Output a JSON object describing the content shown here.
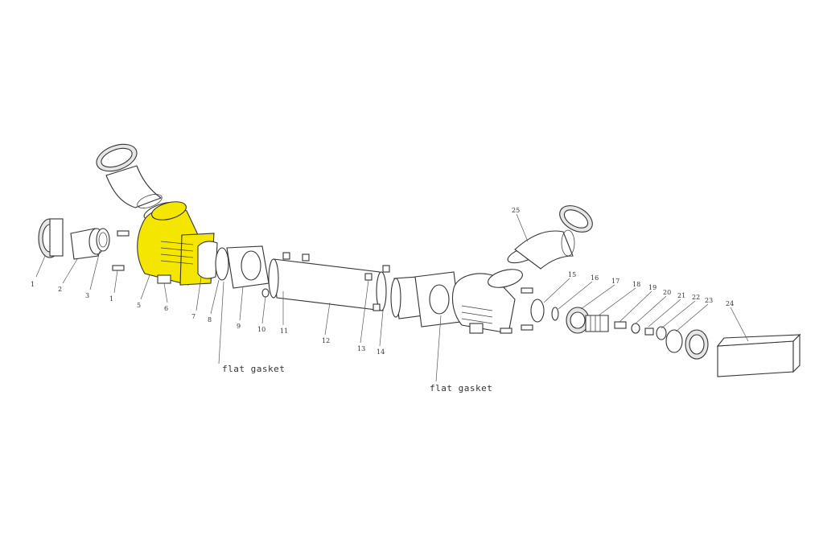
{
  "colors": {
    "highlight": "#f5e600",
    "line": "#333333",
    "background": "#ffffff"
  },
  "callouts": [
    {
      "id": "c1a",
      "text": "1"
    },
    {
      "id": "c2",
      "text": "2"
    },
    {
      "id": "c3",
      "text": "3"
    },
    {
      "id": "c1b",
      "text": "1"
    },
    {
      "id": "c5",
      "text": "5"
    },
    {
      "id": "c6",
      "text": "6"
    },
    {
      "id": "c7",
      "text": "7"
    },
    {
      "id": "c8",
      "text": "8"
    },
    {
      "id": "c9",
      "text": "9"
    },
    {
      "id": "c10",
      "text": "10"
    },
    {
      "id": "c11",
      "text": "11"
    },
    {
      "id": "c12",
      "text": "12"
    },
    {
      "id": "c13",
      "text": "13"
    },
    {
      "id": "c14",
      "text": "14"
    },
    {
      "id": "c15",
      "text": "15"
    },
    {
      "id": "c16",
      "text": "16"
    },
    {
      "id": "c17",
      "text": "17"
    },
    {
      "id": "c18",
      "text": "18"
    },
    {
      "id": "c19",
      "text": "19"
    },
    {
      "id": "c20",
      "text": "20"
    },
    {
      "id": "c21",
      "text": "21"
    },
    {
      "id": "c22",
      "text": "22"
    },
    {
      "id": "c23",
      "text": "23"
    },
    {
      "id": "c24",
      "text": "24"
    },
    {
      "id": "c25",
      "text": "25"
    }
  ],
  "labels": {
    "gasket_left": "flat gasket",
    "gasket_right": "flat gasket"
  }
}
